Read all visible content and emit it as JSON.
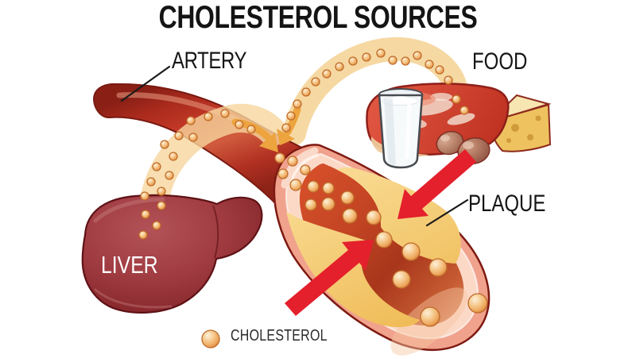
{
  "title": "CHOLESTEROL SOURCES",
  "labels": {
    "artery": "ARTERY",
    "food": "FOOD",
    "liver": "LIVER",
    "plaque": "PLAQUE"
  },
  "legend": {
    "cholesterol": "CHOLESTEROL"
  },
  "colors": {
    "background": "#ffffff",
    "title_text": "#141414",
    "label_text": "#151515",
    "liver_text": "#ffffff",
    "artery_red": "#c63a28",
    "artery_outline": "#7a1a12",
    "liver_red": "#96343a",
    "wall_pink": "#f0a28d",
    "lining_pale": "#fcd9c7",
    "lumen_orange": "#c24423",
    "plaque_yellow": "#f3c267",
    "band_tan": "#f6d69d",
    "band_arrow_orange": "#eda43e",
    "alert_arrow_red": "#e4202c",
    "cholesterol_ball": "#f0b46d",
    "ball_outline": "#bf6c2b"
  },
  "balls": {
    "food_arc": [
      [
        360,
        161,
        5
      ],
      [
        366,
        146,
        5
      ],
      [
        374,
        131,
        5
      ],
      [
        385,
        116,
        5
      ],
      [
        397,
        103,
        5
      ],
      [
        411,
        93,
        5
      ],
      [
        427,
        84,
        5
      ],
      [
        444,
        77,
        5
      ],
      [
        461,
        72,
        5
      ],
      [
        479,
        67,
        5
      ],
      [
        494,
        76,
        5
      ],
      [
        510,
        77,
        5
      ],
      [
        525,
        70,
        5
      ],
      [
        540,
        81,
        5
      ],
      [
        553,
        88,
        5
      ],
      [
        564,
        101,
        5
      ],
      [
        574,
        125,
        5
      ],
      [
        584,
        139,
        5
      ]
    ],
    "liver_band": [
      [
        240,
        152,
        5
      ],
      [
        262,
        147,
        5
      ],
      [
        283,
        143,
        5
      ],
      [
        301,
        157,
        5
      ],
      [
        316,
        163,
        5
      ],
      [
        225,
        171,
        5
      ],
      [
        243,
        173,
        5
      ],
      [
        207,
        182,
        5
      ],
      [
        218,
        197,
        5
      ],
      [
        197,
        210,
        5
      ],
      [
        213,
        221,
        5
      ],
      [
        190,
        229,
        5
      ],
      [
        203,
        241,
        5
      ],
      [
        182,
        247,
        5
      ],
      [
        203,
        259,
        5
      ],
      [
        183,
        270,
        5
      ],
      [
        197,
        284,
        5
      ],
      [
        180,
        296,
        5
      ]
    ],
    "lumen": [
      [
        352,
        199,
        6
      ],
      [
        368,
        203,
        6
      ],
      [
        356,
        219,
        6
      ],
      [
        384,
        214,
        6
      ],
      [
        372,
        233,
        7
      ],
      [
        394,
        235,
        7
      ],
      [
        391,
        258,
        7
      ],
      [
        413,
        237,
        7
      ],
      [
        413,
        257,
        8
      ],
      [
        437,
        249,
        8
      ],
      [
        440,
        272,
        9
      ],
      [
        470,
        274,
        9
      ],
      [
        483,
        302,
        10
      ],
      [
        517,
        317,
        11
      ],
      [
        551,
        337,
        11
      ],
      [
        505,
        352,
        11
      ],
      [
        541,
        399,
        12
      ],
      [
        601,
        382,
        12
      ]
    ],
    "legend_marker": [
      [
        265,
        427,
        11
      ]
    ]
  }
}
